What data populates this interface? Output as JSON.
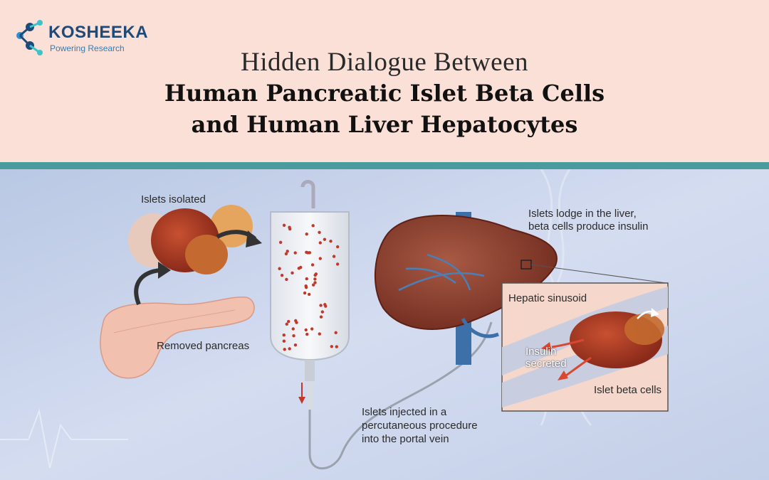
{
  "brand": {
    "name": "KOSHEEKA",
    "tagline": "Powering Research"
  },
  "title": {
    "line1": "Hidden Dialogue Between",
    "line2": "Human Pancreatic Islet Beta Cells",
    "line3": "and Human Liver Hepatocytes"
  },
  "diagram": {
    "islets_isolated": "Islets isolated",
    "removed_pancreas": "Removed pancreas",
    "islets_lodge_line1": "Islets lodge in the liver,",
    "islets_lodge_line2": "beta cells produce insulin",
    "hepatic_sinusoid": "Hepatic sinusoid",
    "insulin_line1": "Insulin",
    "insulin_line2": "secreted",
    "islet_beta_cells": "Islet beta cells",
    "injected_line1": "Islets injected in a",
    "injected_line2": "percutaneous procedure",
    "injected_line3": "into the portal vein"
  },
  "colors": {
    "header_bg": "#fae0d6",
    "teal_band": "#4a9b9e",
    "brand_blue": "#1d4a78",
    "liver": "#8a3a2a",
    "islet": "#b83a2a"
  }
}
